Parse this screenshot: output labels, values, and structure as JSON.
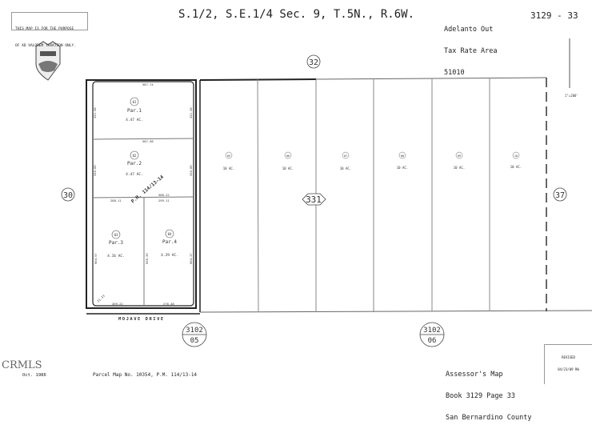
{
  "notice": {
    "line1": "THIS MAP IS FOR THE PURPOSE",
    "line2": "OF AD VALOREM TAXATION ONLY."
  },
  "header": {
    "title": "S.1/2, S.E.1/4 Sec. 9, T.5N., R.6W.",
    "tax_area_line1": "Adelanto Out",
    "tax_area_line2": "Tax Rate Area",
    "tax_area_line3": "51010",
    "book_page": "3129 - 33"
  },
  "scale": "1\"=200'",
  "adjacent": {
    "north": "32",
    "west": "30",
    "east": "37",
    "block": "331",
    "south_left_top": "3102",
    "south_left_bottom": "05",
    "south_right_top": "3102",
    "south_right_bottom": "06"
  },
  "parcels": [
    {
      "num": "01",
      "name": "Par.1",
      "area": "4.47 AC."
    },
    {
      "num": "02",
      "name": "Par.2",
      "area": "4.47 AC."
    },
    {
      "num": "03",
      "name": "Par.3",
      "area": "4.16 AC."
    },
    {
      "num": "04",
      "name": "Par.4",
      "area": "4.29 AC."
    },
    {
      "num": "05",
      "area": "10 AC."
    },
    {
      "num": "06",
      "area": "10 AC."
    },
    {
      "num": "07",
      "area": "10 AC."
    },
    {
      "num": "08",
      "area": "10 AC."
    },
    {
      "num": "09",
      "area": "10 AC."
    },
    {
      "num": "10",
      "area": "10 AC."
    }
  ],
  "dimensions": {
    "top": "587.74",
    "mid1": "587.98",
    "mid2": "588.22",
    "left_mid": "288.11",
    "right_mid": "299.11",
    "bottom_left": "269.22",
    "bottom_right": "276.48",
    "side1": "321.38",
    "side1r": "321.38",
    "side2": "320.85",
    "side2r": "320.85",
    "side3": "604.97",
    "side3m": "626.39",
    "side3r": "604.17",
    "corner": "31.33"
  },
  "plat_label": "P.M. 114/13-14",
  "road": "MOJAVE DRIVE",
  "footer": {
    "watermark": "CRMLS",
    "date": "Oct. 1986",
    "parcel_map": "Parcel Map No. 10354, P.M. 114/13-14",
    "assessor_line1": "Assessor's Map",
    "assessor_line2": "Book 3129 Page 33",
    "assessor_line3": "San Bernardino County",
    "revised_label": "REVISED",
    "revised_value": "04/23/09 RW"
  }
}
